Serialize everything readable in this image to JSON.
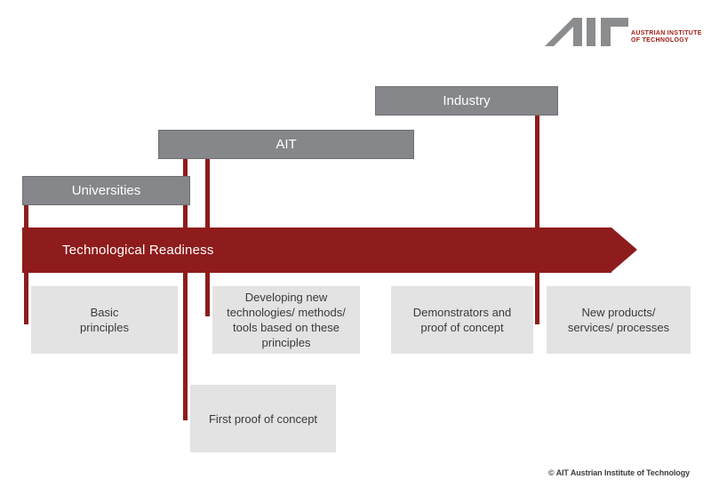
{
  "logo": {
    "name": "AIT",
    "caption_line1": "AUSTRIAN INSTITUTE",
    "caption_line2": "OF TECHNOLOGY"
  },
  "colors": {
    "brand_red": "#8e1c1c",
    "logo_caption_red": "#9e1b14",
    "actor_bar_gray": "#85878a",
    "stage_box_gray": "#e3e3e4",
    "logo_glyph_gray": "#8a8c8e"
  },
  "bars": [
    {
      "id": "universities",
      "label": "Universities"
    },
    {
      "id": "ait",
      "label": "AIT"
    },
    {
      "id": "industry",
      "label": "Industry"
    }
  ],
  "arrow": {
    "label": "Technological Readiness"
  },
  "stages": [
    {
      "id": "basic-principles",
      "label": "Basic\nprinciples"
    },
    {
      "id": "developing-new",
      "label": "Developing new\ntechnologies/ methods/\ntools based on these\nprinciples"
    },
    {
      "id": "demonstrators",
      "label": "Demonstrators and\nproof of concept"
    },
    {
      "id": "new-products",
      "label": "New products/\nservices/ processes"
    },
    {
      "id": "first-proof",
      "label": "First proof of concept"
    }
  ],
  "footer": {
    "copyright": "© AIT Austrian Institute of Technology"
  }
}
